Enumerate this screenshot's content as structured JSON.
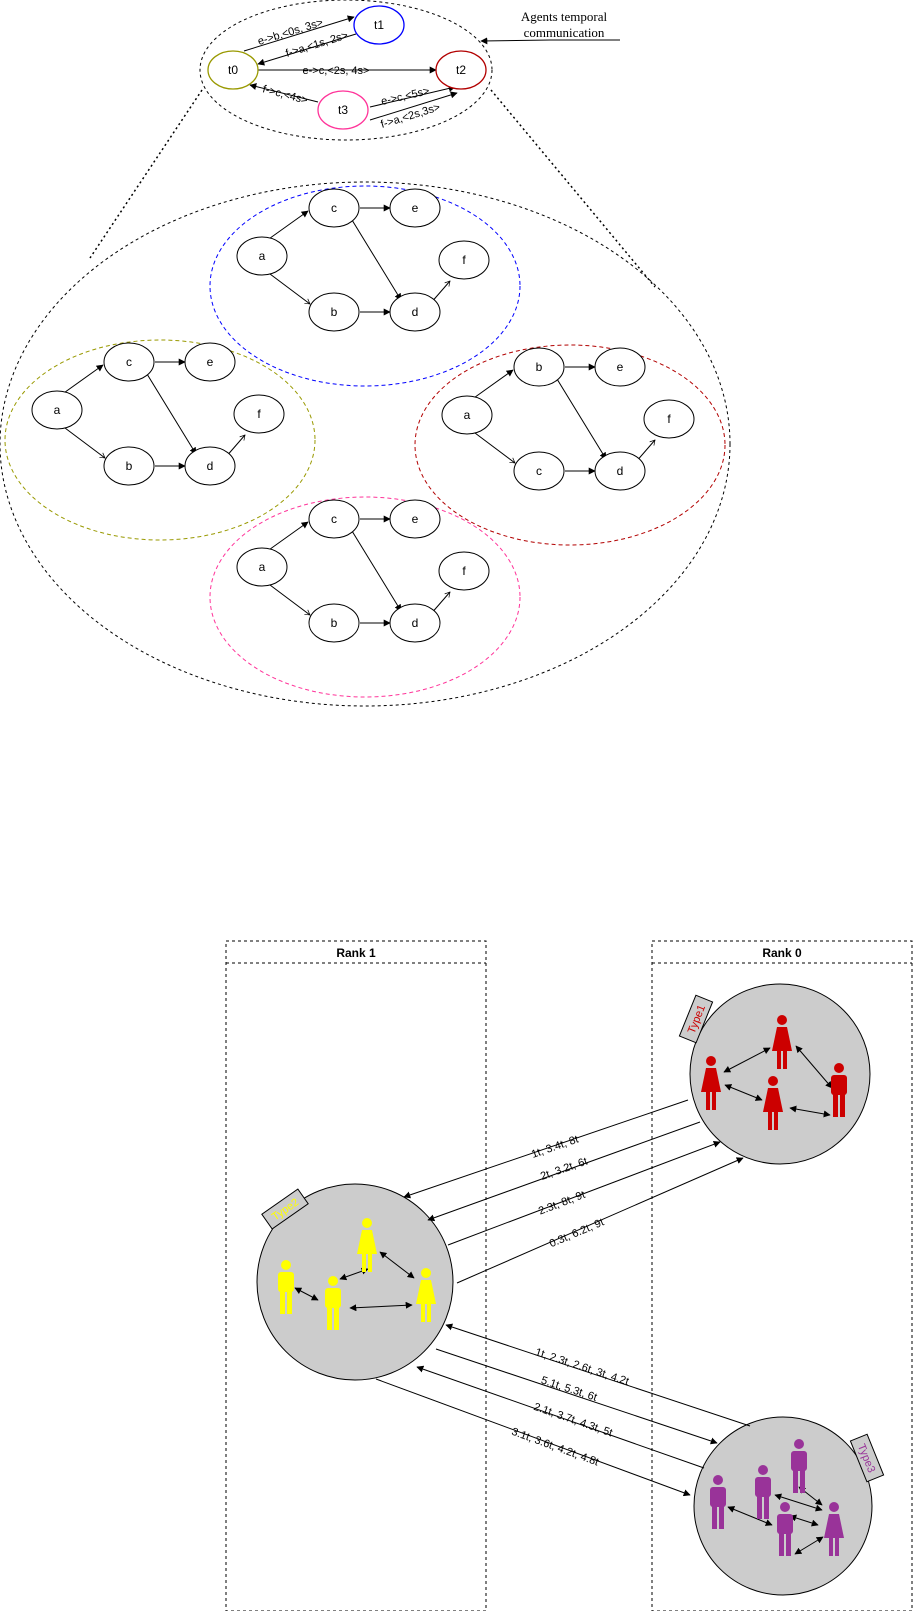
{
  "top_diagram": {
    "annotation": {
      "line1": "Agents temporal",
      "line2": "communication"
    },
    "tasks": [
      {
        "id": "t0",
        "label": "t0",
        "color": "#999900"
      },
      {
        "id": "t1",
        "label": "t1",
        "color": "#0000ff"
      },
      {
        "id": "t2",
        "label": "t2",
        "color": "#b20000"
      },
      {
        "id": "t3",
        "label": "t3",
        "color": "#ff3399"
      }
    ],
    "task_edges": [
      {
        "from": "t0",
        "to": "t1",
        "label": "e->b,<0s, 3s>"
      },
      {
        "from": "t1",
        "to": "t0",
        "label": "f->a,<1s, 2s>"
      },
      {
        "from": "t0",
        "to": "t2",
        "label": "e->c,<2s, 4s>"
      },
      {
        "from": "t3",
        "to": "t0",
        "label": "f->c,<4s>"
      },
      {
        "from": "t3",
        "to": "t2",
        "label": "e->c,<5s>"
      },
      {
        "from": "t3",
        "to": "t2",
        "label": "f->a,<2s,3s>"
      }
    ],
    "subgraphs": [
      {
        "name": "subgraph-t1",
        "color": "#0000ff",
        "labels": {
          "a": "a",
          "c": "c",
          "e": "e",
          "b": "b",
          "d": "d",
          "f": "f"
        }
      },
      {
        "name": "subgraph-t0",
        "color": "#999900",
        "labels": {
          "a": "a",
          "c": "c",
          "e": "e",
          "b": "b",
          "d": "d",
          "f": "f"
        }
      },
      {
        "name": "subgraph-t2",
        "color": "#b20000",
        "labels": {
          "a": "a",
          "c": "b",
          "e": "e",
          "b": "c",
          "d": "d",
          "f": "f"
        }
      },
      {
        "name": "subgraph-t3",
        "color": "#ff3399",
        "labels": {
          "a": "a",
          "c": "c",
          "e": "e",
          "b": "b",
          "d": "d",
          "f": "f"
        }
      }
    ]
  },
  "bottom_diagram": {
    "lanes": [
      {
        "id": "rank1",
        "title": "Rank 1"
      },
      {
        "id": "rank0",
        "title": "Rank 0"
      }
    ],
    "groups": [
      {
        "id": "type1",
        "tag": "Type1",
        "color": "#cc0000"
      },
      {
        "id": "type2",
        "tag": "Type2",
        "color": "#ffff00"
      },
      {
        "id": "type3",
        "tag": "Type3",
        "color": "#993399"
      }
    ],
    "links": [
      {
        "from": "type1",
        "to": "type2",
        "label": "1t, 3.4t, 8t"
      },
      {
        "from": "type1",
        "to": "type2",
        "label": "2t, 3.2t, 6t"
      },
      {
        "from": "type2",
        "to": "type1",
        "label": "2.3t, 8t, 9t"
      },
      {
        "from": "type2",
        "to": "type1",
        "label": "0.3t, 6.2t, 9t"
      },
      {
        "from": "type3",
        "to": "type2",
        "label": "1t, 2.3t, 2.6t, 3t, 4.2t"
      },
      {
        "from": "type2",
        "to": "type3",
        "label": "5.1t, 5.3t, 6t"
      },
      {
        "from": "type3",
        "to": "type2",
        "label": "2.1t, 3.7t, 4.3t, 5t"
      },
      {
        "from": "type2",
        "to": "type3",
        "label": "3.1t, 3.6t, 4.2t, 4.8t"
      }
    ]
  }
}
